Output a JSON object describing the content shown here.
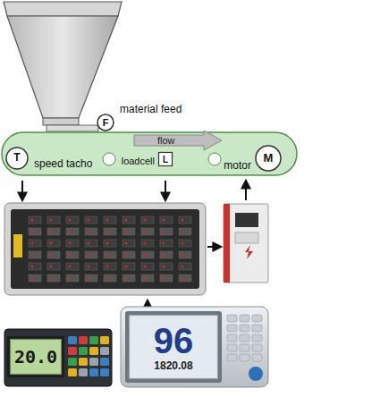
{
  "diagram": {
    "nodes": [
      {
        "text": [
          "F",
          "material feed"
        ]
      },
      {
        "text": [
          "T",
          "speed tacho"
        ]
      },
      {
        "text": [
          "L",
          "loadcell"
        ]
      },
      {
        "text": [
          "M",
          "motor"
        ]
      },
      {
        "text": [
          "20.0"
        ]
      },
      {
        "text": [
          "96",
          "1820.08"
        ]
      }
    ],
    "labels": [
      "flow"
    ]
  }
}
